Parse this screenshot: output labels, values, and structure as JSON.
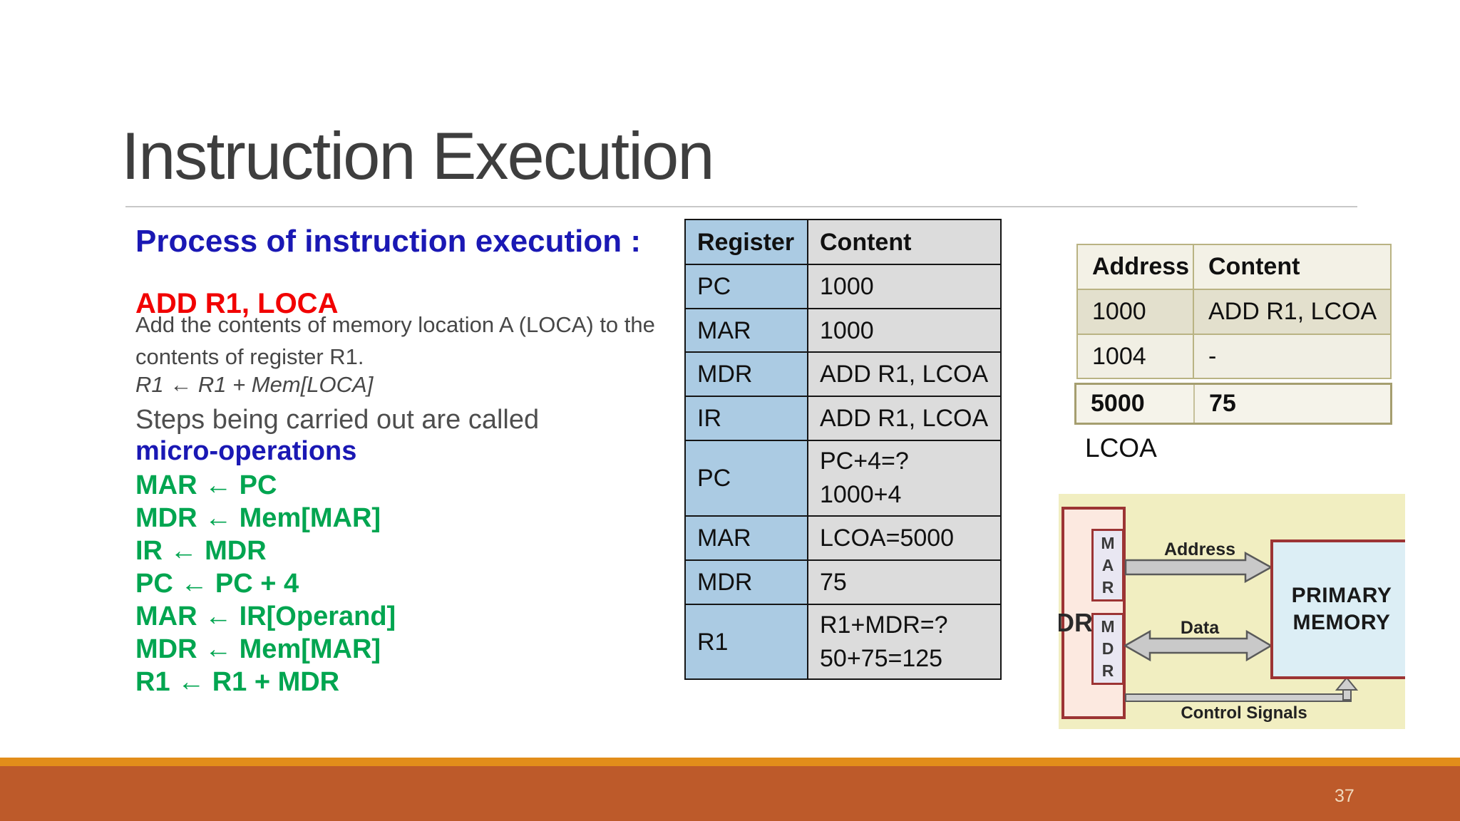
{
  "slide": {
    "title": "Instruction Execution",
    "page_number": "37"
  },
  "left_panel": {
    "heading": "Process of instruction execution :",
    "instruction": "ADD R1, LOCA",
    "description_line1": "Add the contents of memory location A (LOCA) to the",
    "description_line2": "contents of register R1.",
    "formula": "R1 ← R1 + Mem[LOCA]",
    "steps_intro": "Steps being carried out are called",
    "steps_term": "micro-operations",
    "micro_operations": [
      "MAR ← PC",
      "MDR ← Mem[MAR]",
      "IR ← MDR",
      "PC ← PC + 4",
      "MAR ← IR[Operand]",
      "MDR ← Mem[MAR]",
      "R1 ← R1 + MDR"
    ]
  },
  "register_table": {
    "headers": [
      "Register",
      "Content"
    ],
    "rows": [
      {
        "register": "PC",
        "content": "1000"
      },
      {
        "register": "MAR",
        "content": "1000"
      },
      {
        "register": "MDR",
        "content": "ADD R1, LCOA"
      },
      {
        "register": "IR",
        "content": "ADD R1, LCOA"
      },
      {
        "register": "PC",
        "content": "PC+4=?",
        "content2": "1000+4"
      },
      {
        "register": "MAR",
        "content": "LCOA=5000"
      },
      {
        "register": "MDR",
        "content": "75"
      },
      {
        "register": "R1",
        "content": "R1+MDR=?",
        "content2": "50+75=125"
      }
    ]
  },
  "memory_table": {
    "headers": [
      "Address",
      "Content"
    ],
    "rows": [
      {
        "address": "1000",
        "content": "ADD R1, LCOA"
      },
      {
        "address": "1004",
        "content": "-"
      }
    ],
    "highlight_row": {
      "address": "5000",
      "content": "75"
    },
    "caption": "LCOA"
  },
  "diagram": {
    "processor_partial_label": "DR",
    "mar_label": [
      "M",
      "A",
      "R"
    ],
    "mdr_label": [
      "M",
      "D",
      "R"
    ],
    "address_bus_label": "Address",
    "data_bus_label": "Data",
    "control_label": "Control Signals",
    "memory_line1": "PRIMARY",
    "memory_line2": "MEMORY"
  },
  "colors": {
    "heading_blue": "#1a18b4",
    "instruction_red": "#f10000",
    "micro_op_green": "#00a550",
    "register_col_blue": "#abcbe3",
    "content_col_gray": "#dcdcdc",
    "memory_table_border": "#b9b383",
    "diagram_yellow": "#f1eec1",
    "diagram_red_border": "#9c3434",
    "footer_strip_orange": "#e28d1a",
    "footer_bar_orange": "#bd5a2a"
  }
}
